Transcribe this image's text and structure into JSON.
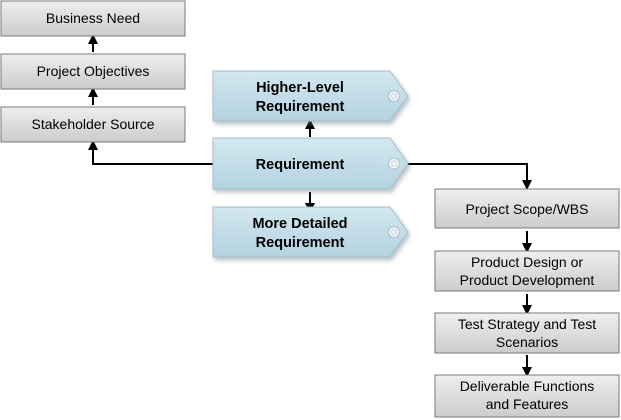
{
  "left_chain": {
    "business_need": "Business Need",
    "project_objectives": "Project Objectives",
    "stakeholder_source": "Stakeholder Source"
  },
  "requirement_tags": {
    "higher_level": [
      "Higher-Level",
      "Requirement"
    ],
    "requirement": "Requirement",
    "more_detailed": [
      "More Detailed",
      "Requirement"
    ]
  },
  "right_chain": {
    "project_scope": "Project Scope/WBS",
    "product_design": [
      "Product Design or",
      "Product Development"
    ],
    "test_strategy": [
      "Test Strategy and Test",
      "Scenarios"
    ],
    "deliverables": [
      "Deliverable Functions",
      "and Features"
    ]
  },
  "colors": {
    "box_fill_top": "#eeeeee",
    "box_fill_bottom": "#cfcfcf",
    "tag_fill_top": "#cfe6ef",
    "tag_fill_bottom": "#b4d3e1",
    "connector": "#000000"
  }
}
